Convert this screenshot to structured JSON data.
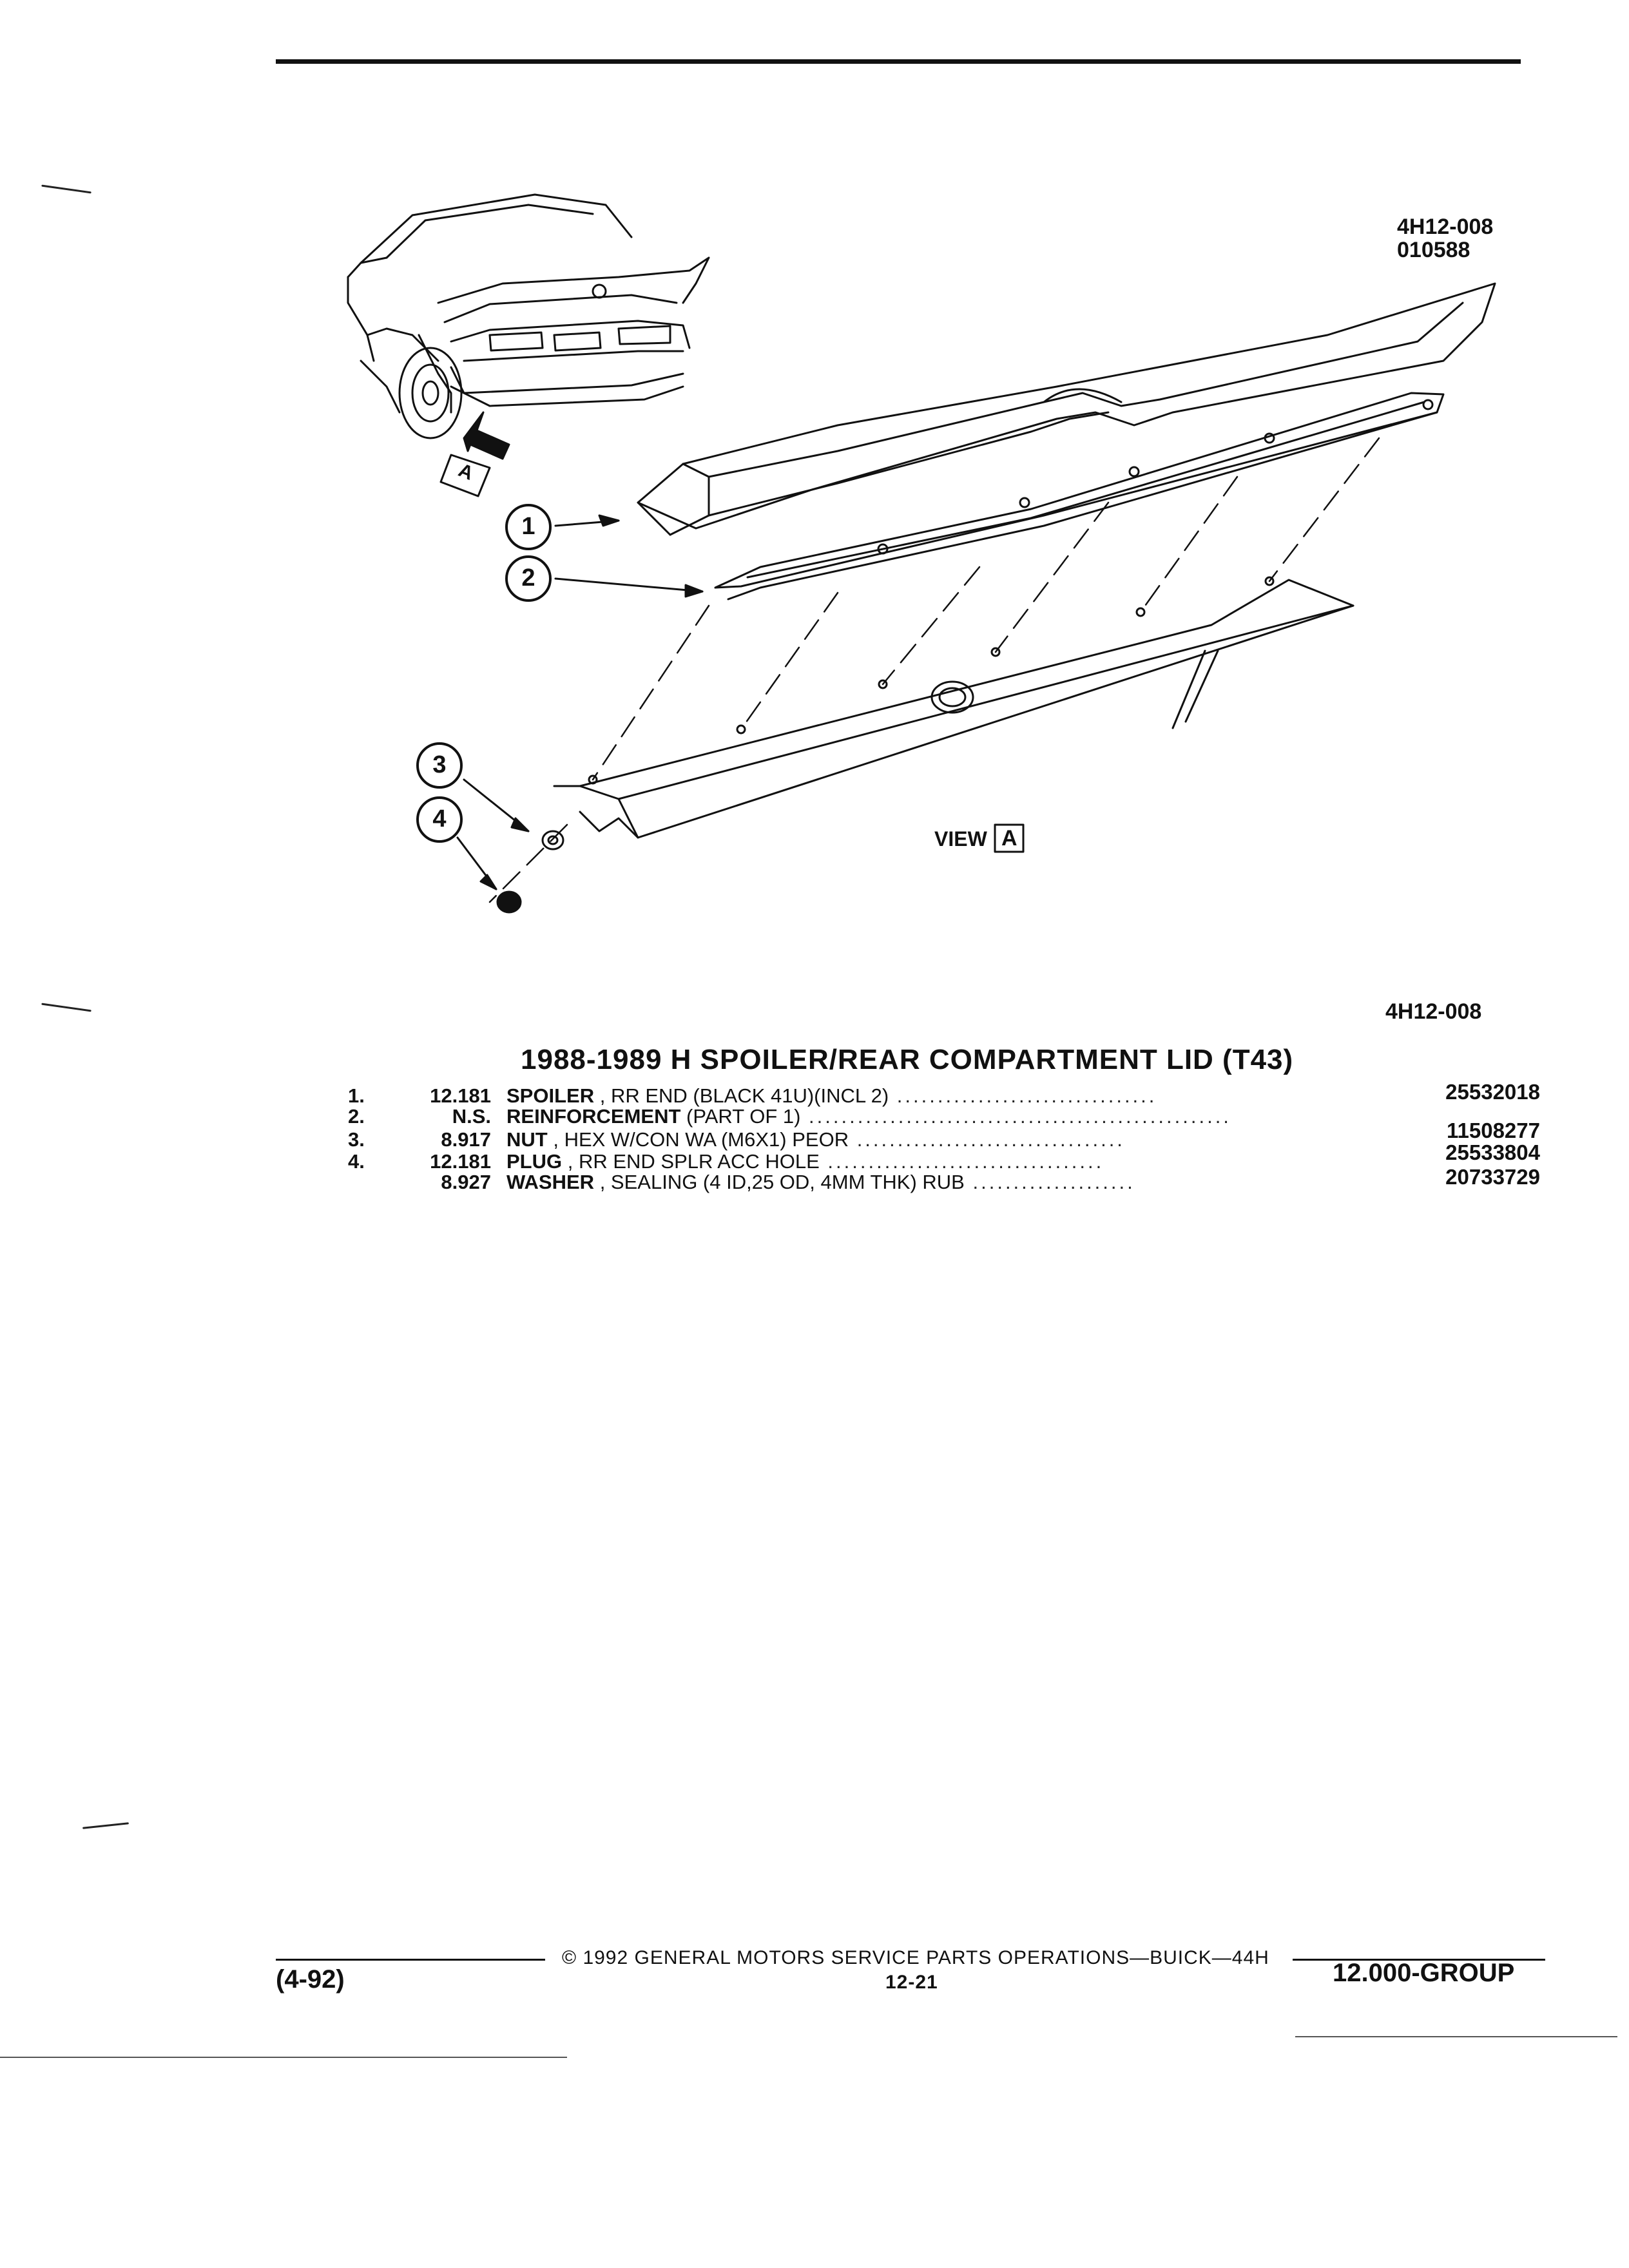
{
  "figure": {
    "id_top": "4H12-008",
    "date_code": "010588",
    "id_bottom": "4H12-008",
    "view_label": "VIEW",
    "view_letter": "A",
    "arrow_letter": "A",
    "callouts": [
      "1",
      "2",
      "3",
      "4"
    ]
  },
  "parts_list": {
    "title": "1988-1989 H SPOILER/REAR COMPARTMENT LID (T43)",
    "rows": [
      {
        "ref": "1.",
        "group": "12.181",
        "name": "SPOILER",
        "desc": ", RR END (BLACK 41U)(INCL 2)",
        "part": "25532018"
      },
      {
        "ref": "2.",
        "group": "N.S.",
        "name": "REINFORCEMENT",
        "desc": "(PART OF 1)",
        "part": ""
      },
      {
        "ref": "3.",
        "group": "8.917",
        "name": "NUT",
        "desc": ", HEX W/CON WA (M6X1) PEOR",
        "part": "11508277"
      },
      {
        "ref": "4.",
        "group": "12.181",
        "name": "PLUG",
        "desc": ", RR END SPLR ACC HOLE",
        "part": "25533804"
      },
      {
        "ref": "",
        "group": "8.927",
        "name": "WASHER",
        "desc": ", SEALING (4 ID,25 OD, 4MM THK) RUB",
        "part": "20733729"
      }
    ]
  },
  "footer": {
    "date": "(4-92)",
    "copyright": "© 1992 GENERAL MOTORS SERVICE PARTS OPERATIONS—BUICK—44H",
    "page": "12-21",
    "group": "12.000-GROUP"
  }
}
